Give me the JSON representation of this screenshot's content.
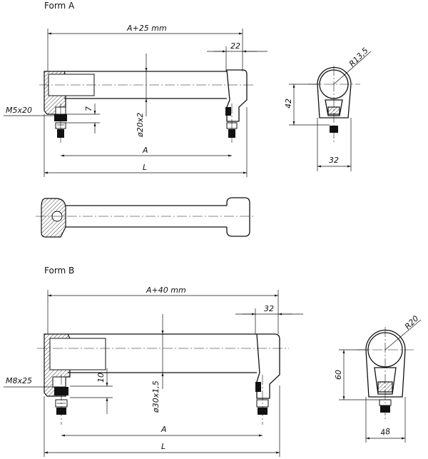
{
  "form_a": {
    "title": "Form A",
    "dims": {
      "overall_length": "A+25 mm",
      "side_width": "22",
      "radius": "R13,5",
      "thread": "M5x20",
      "depth": "7",
      "tube": "ø20x2",
      "a": "A",
      "l": "L",
      "height": "42",
      "base_width": "32"
    }
  },
  "form_b": {
    "title": "Form B",
    "dims": {
      "overall_length": "A+40 mm",
      "side_width": "32",
      "radius": "R20",
      "thread": "M8x25",
      "depth": "10",
      "tube": "ø30x1,5",
      "a": "A",
      "l": "L",
      "height": "60",
      "base_width": "48"
    }
  }
}
